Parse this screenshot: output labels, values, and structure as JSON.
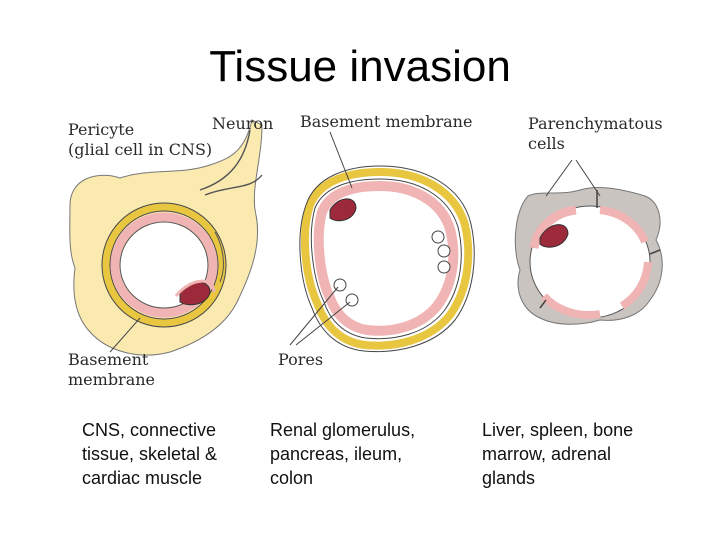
{
  "title": "Tissue invasion",
  "labels": {
    "pericyte_line1": "Pericyte",
    "pericyte_line2": "(glial cell in CNS)",
    "neuron": "Neuron",
    "basement_membrane_top": "Basement membrane",
    "parenchymatous_line1": "Parenchymatous",
    "parenchymatous_line2": "cells",
    "basement_membrane_line1": "Basement",
    "basement_membrane_line2": "membrane",
    "pores": "Pores"
  },
  "captions": [
    {
      "line1": "CNS, connective",
      "line2": "tissue, skeletal &",
      "line3": "cardiac muscle"
    },
    {
      "line1": "Renal glomerulus,",
      "line2": "pancreas, ileum,",
      "line3": "colon"
    },
    {
      "line1": "Liver, spleen, bone",
      "line2": "marrow, adrenal",
      "line3": "glands"
    }
  ],
  "colors": {
    "tissue_yellow": "#fbeab0",
    "membrane_yellow": "#e8c640",
    "endothelium_pink": "#f0b4b4",
    "nucleus": "#9c2a3a",
    "parenchyma_gray": "#c9c4c0",
    "outline": "#333333"
  }
}
